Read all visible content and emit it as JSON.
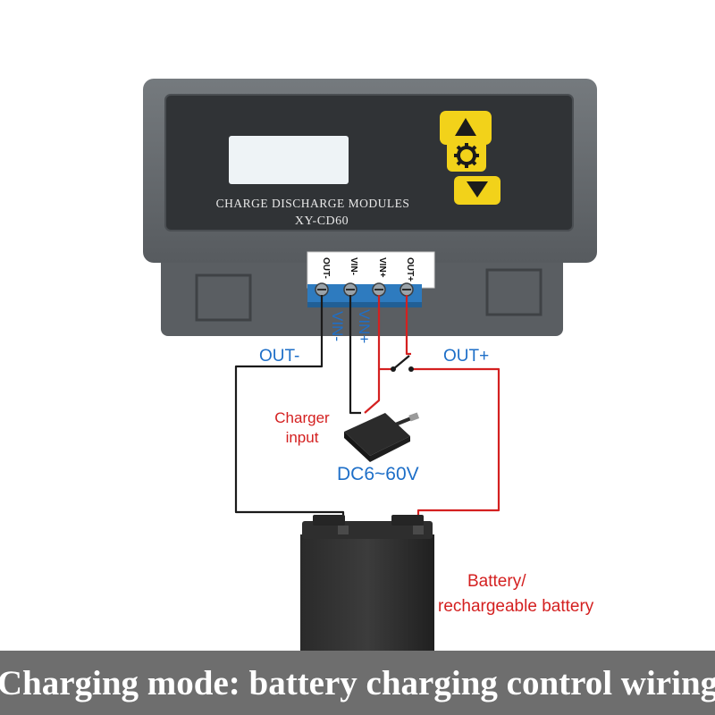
{
  "device": {
    "label_line1": "CHARGE DISCHARGE MODULES",
    "label_line2": "XY-CD60",
    "terminals": [
      "OUT-",
      "VIN-",
      "VIN+",
      "OUT+"
    ],
    "buttons": [
      "up-arrow-icon",
      "gear-icon",
      "down-arrow-icon"
    ],
    "button_color": "#f2d21a",
    "body_color": "#62676b",
    "panel_color": "#303336",
    "screen_color": "#eef3f6",
    "terminal_block_color": "#2e7bbf"
  },
  "wiring": {
    "out_minus_label": "OUT-",
    "vin_minus_label": "VIN-",
    "vin_plus_label": "VIN+",
    "out_plus_label": "OUT+",
    "charger_label_line1": "Charger",
    "charger_label_line2": "input",
    "voltage_label": "DC6~60V",
    "battery_label_line1": "Battery/",
    "battery_label_line2": "rechargeable battery",
    "label_blue": "#1e6fc8",
    "label_red": "#d42020",
    "wire_red": "#d42020",
    "wire_black": "#1a1a1a"
  },
  "caption": "Charging mode: battery charging control wiring"
}
